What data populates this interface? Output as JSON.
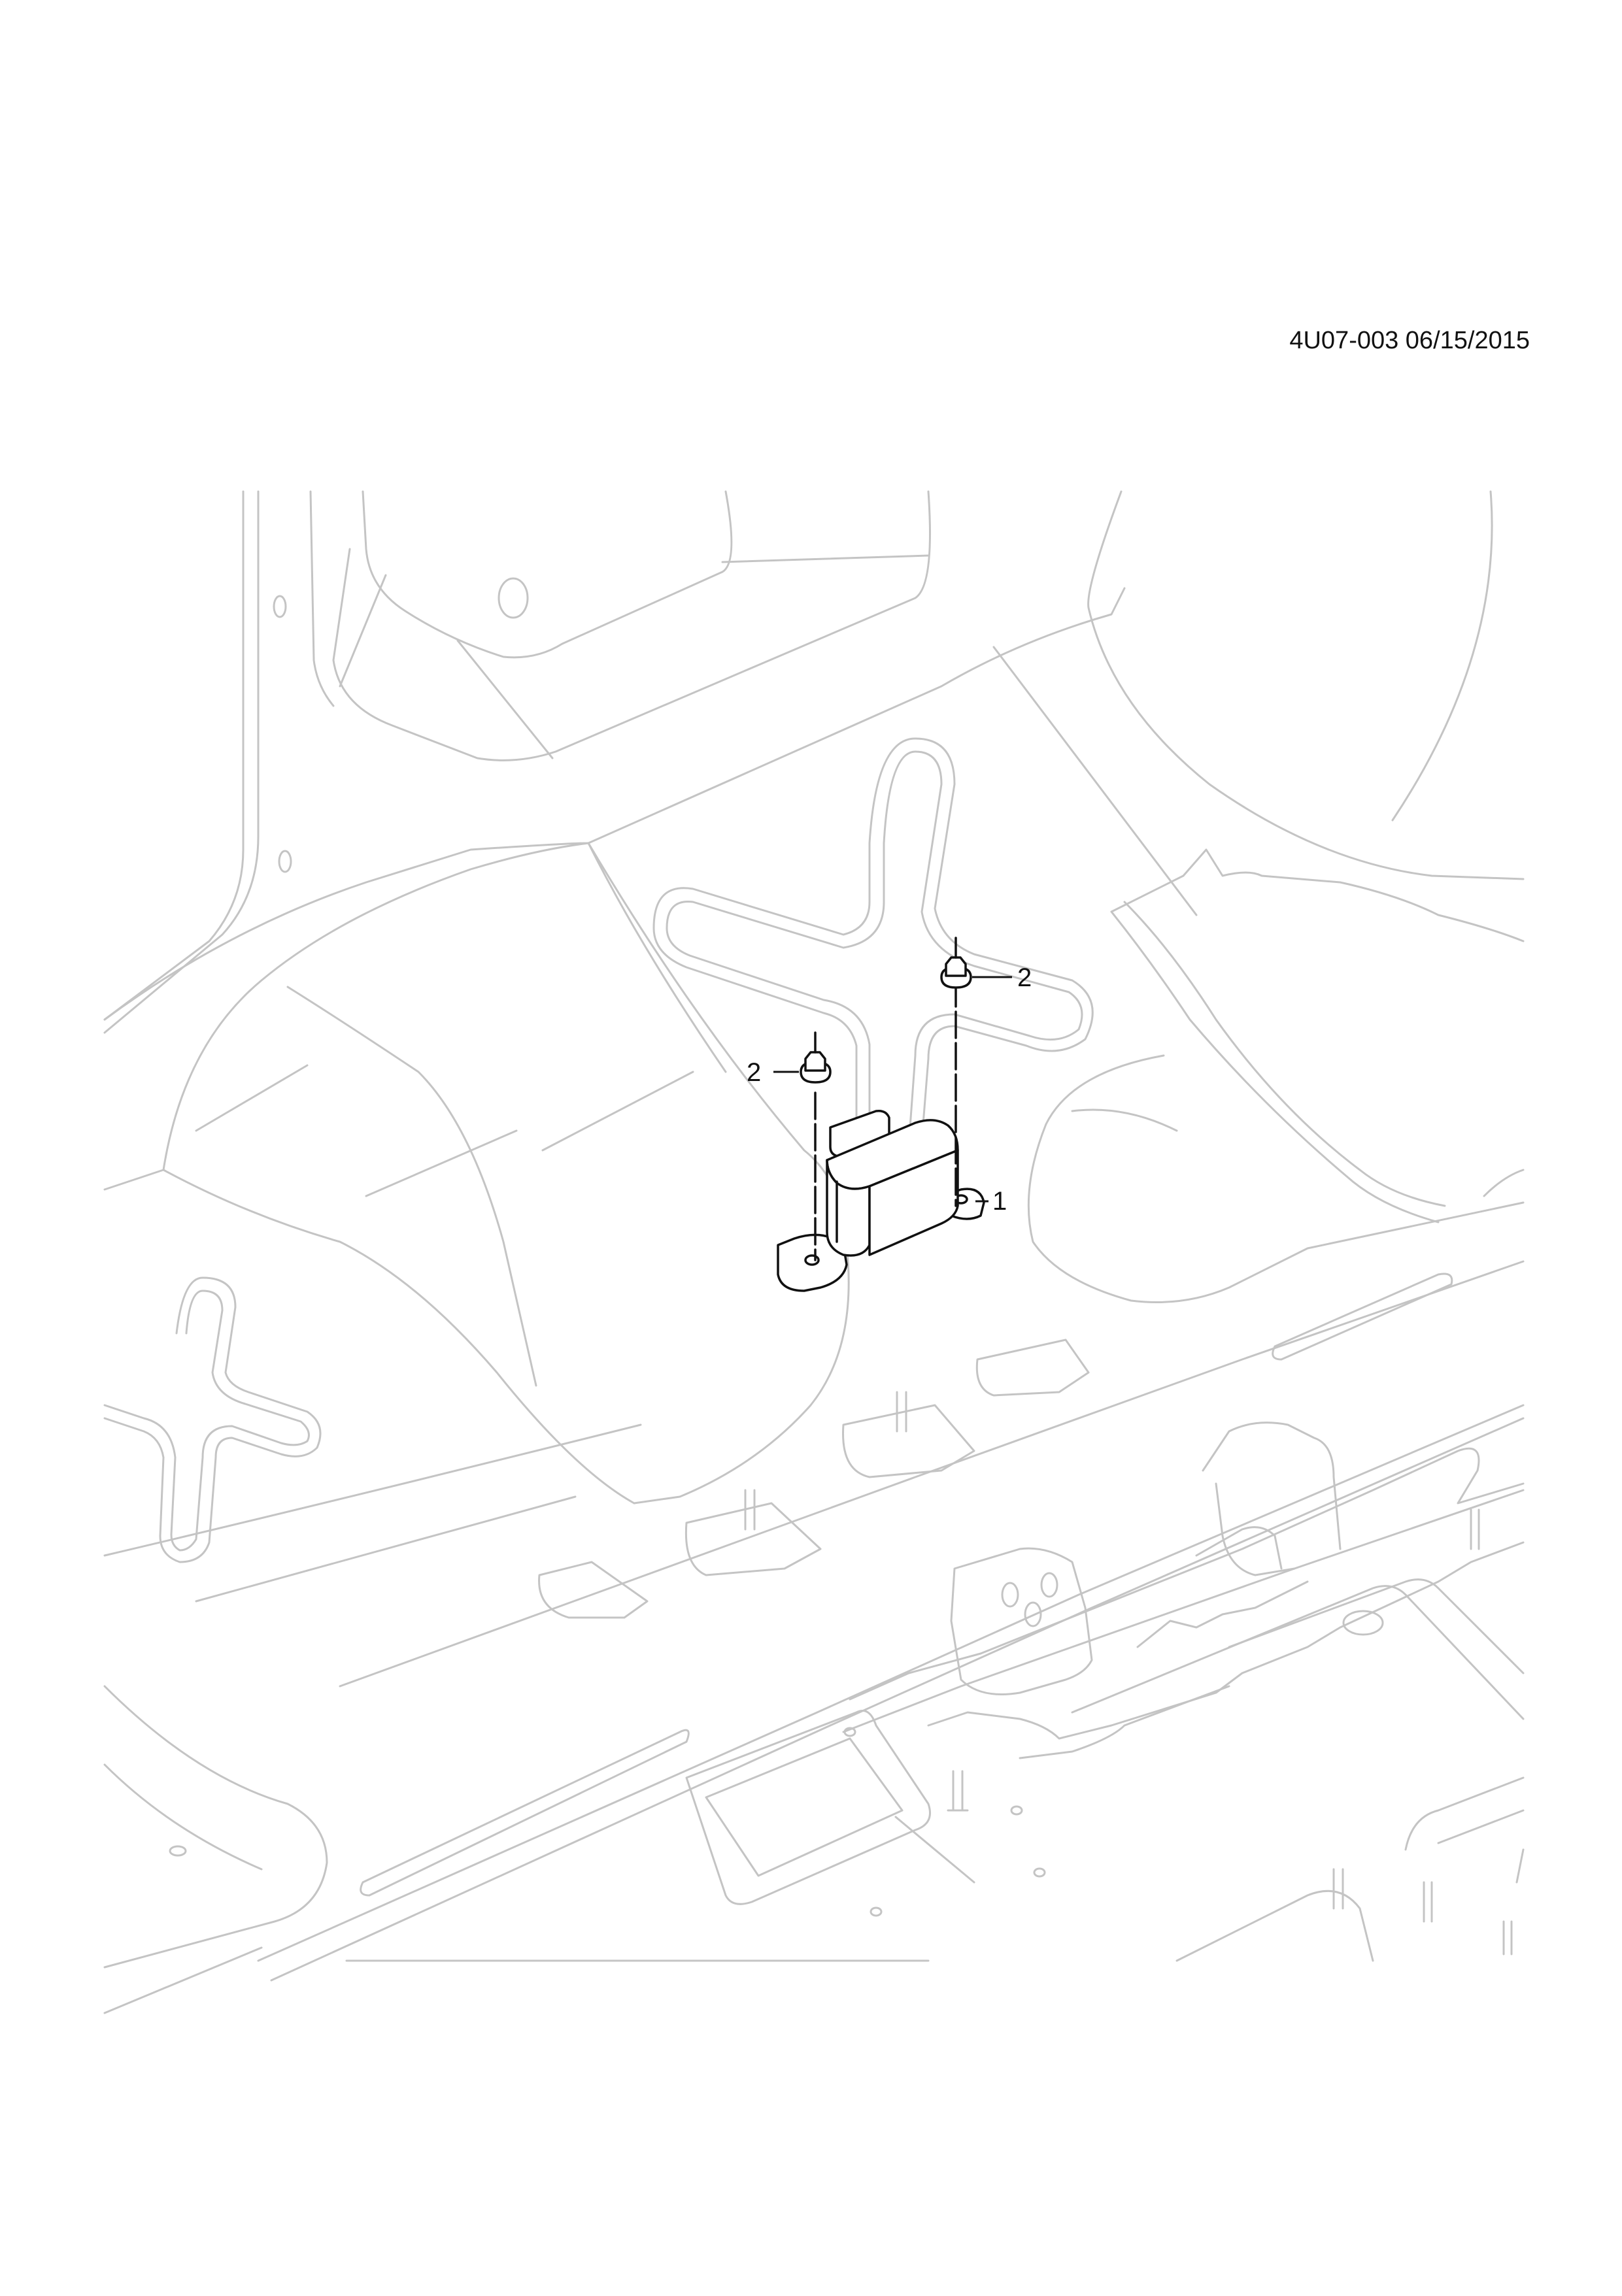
{
  "header": {
    "reference": "4U07-003 06/15/2015"
  },
  "callouts": [
    {
      "label": "1"
    },
    {
      "label": "2"
    },
    {
      "label": "2"
    }
  ],
  "colors": {
    "background": "#ffffff",
    "context_line": "#c4c4c4",
    "part_line": "#111111"
  }
}
